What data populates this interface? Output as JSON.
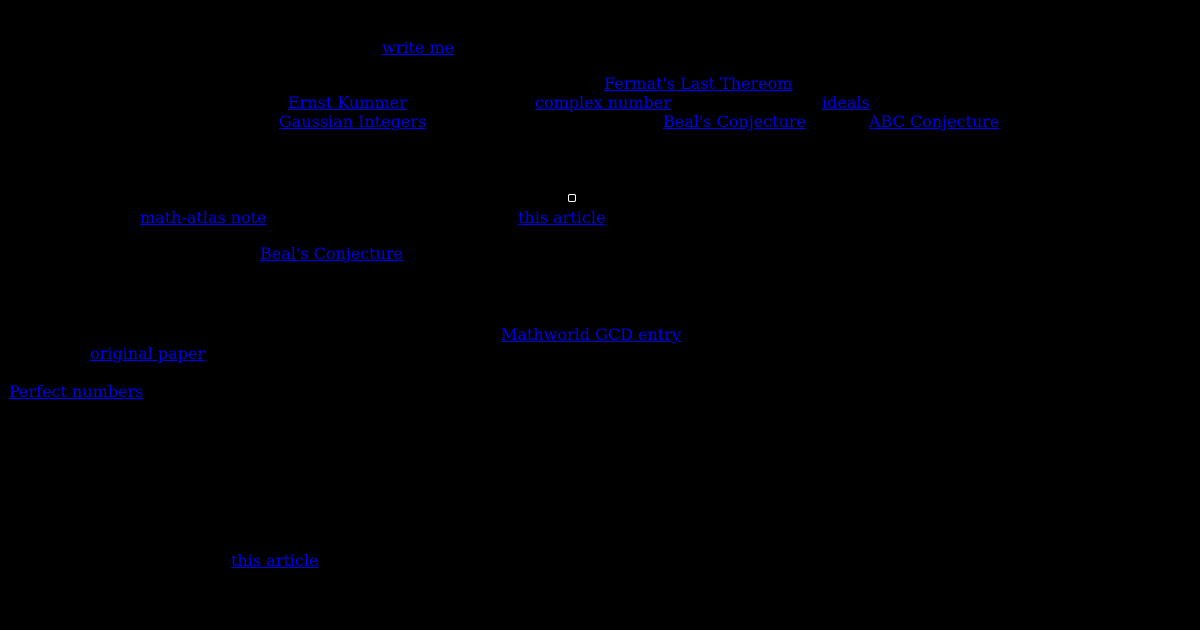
{
  "page": {
    "background": "#000000",
    "link_color": "#0000ee"
  },
  "links": {
    "write_me": "write me",
    "fermat": "Fermat's Last Thereom",
    "kummer": "Ernst Kummer",
    "complex_number": "complex number",
    "ideals": "ideals",
    "gaussian_integers": "Gaussian Integers",
    "beal_1": "Beal's Conjecture",
    "abc": "ABC Conjecture",
    "math_atlas": "math-atlas note",
    "article_1": "this article",
    "beal_2": "Beal's Conjecture",
    "mathworld": "Mathworld GCD entry",
    "original_paper": "original paper",
    "perfect_numbers": "Perfect numbers",
    "article_2": "this article"
  },
  "icons": {
    "marker": "broken-image-icon"
  }
}
